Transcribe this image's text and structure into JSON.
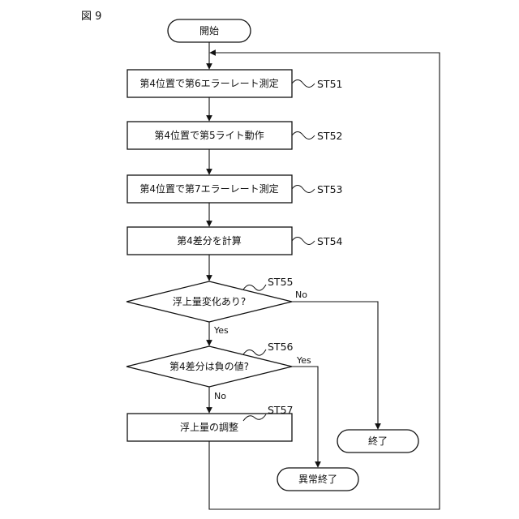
{
  "figure_label": "図 9",
  "nodes": {
    "start": "開始",
    "st51": "第4位置で第6エラーレート測定",
    "st52": "第4位置で第5ライト動作",
    "st53": "第4位置で第7エラーレート測定",
    "st54": "第4差分を計算",
    "st55": "浮上量変化あり?",
    "st56": "第4差分は負の値?",
    "st57": "浮上量の調整",
    "end": "終了",
    "abnormal_end": "異常終了"
  },
  "step_labels": {
    "st51": "ST51",
    "st52": "ST52",
    "st53": "ST53",
    "st54": "ST54",
    "st55": "ST55",
    "st56": "ST56",
    "st57": "ST57"
  },
  "branch_labels": {
    "st55_no": "No",
    "st55_yes": "Yes",
    "st56_yes": "Yes",
    "st56_no": "No"
  }
}
